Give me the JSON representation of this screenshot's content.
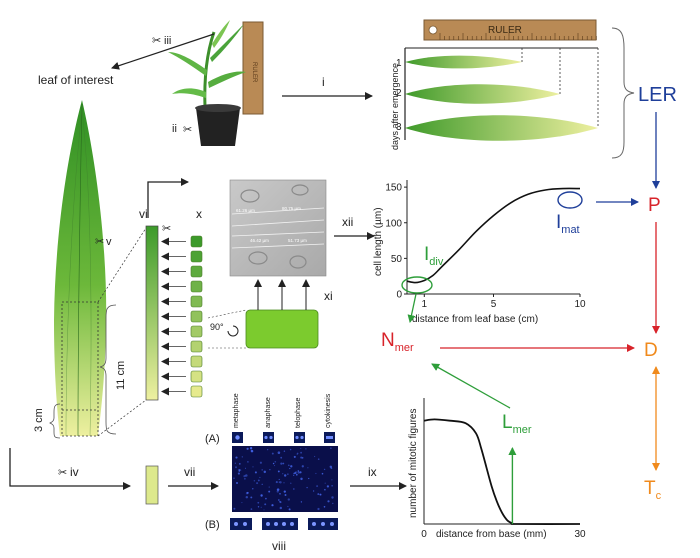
{
  "labels": {
    "leaf_of_interest": "leaf of interest",
    "ruler": "RULER",
    "ruler_small": "RULER",
    "days_axis": "days after emergence",
    "day1": "1",
    "day2": "2",
    "day3": "3",
    "len_11cm": "11 cm",
    "len_3cm": "3 cm",
    "angle": "90°",
    "LER": "LER",
    "P": "P",
    "D": "D",
    "T": "T",
    "T_sub": "c",
    "N": "N",
    "N_sub": "mer",
    "L": "L",
    "L_sub": "mer",
    "I_div": "I",
    "I_div_sub": "div",
    "I_mat": "I",
    "I_mat_sub": "mat",
    "A": "(A)",
    "B": "(B)",
    "phase1": "metaphase",
    "phase2": "anaphase",
    "phase3": "telophase",
    "phase4": "cytokinesis"
  },
  "steps": {
    "i": "i",
    "ii": "ii",
    "iii": "iii",
    "iv": "iv",
    "v": "v",
    "vi": "vi",
    "vii": "vii",
    "viii": "viii",
    "ix": "ix",
    "x": "x",
    "xi": "xi",
    "xii": "xii"
  },
  "micro_measurements": [
    "61.26 µm",
    "80.75 µm",
    "46.42 µm",
    "51.73 µm"
  ],
  "scissors_glyph": "✂",
  "colors": {
    "blue": "#1f3f9a",
    "red": "#d8232a",
    "orange": "#f08a1c",
    "green": "#2e9e3a",
    "leaf_dark": "#3f9a2a",
    "leaf_light": "#e6eb90",
    "ruler": "#b98a55"
  },
  "chart_data": [
    {
      "type": "line",
      "title": "",
      "xlabel": "distance from leaf base (cm)",
      "ylabel": "cell length (µm)",
      "xlim": [
        0,
        10
      ],
      "ylim": [
        0,
        160
      ],
      "xticks": [
        1,
        5,
        10
      ],
      "yticks": [
        0,
        50,
        100,
        150
      ],
      "x": [
        0,
        0.5,
        1,
        1.5,
        2,
        3,
        4,
        5,
        6,
        7,
        8,
        9,
        10
      ],
      "y": [
        18,
        16,
        19,
        26,
        38,
        62,
        88,
        110,
        128,
        140,
        146,
        148,
        148
      ],
      "grid": false
    },
    {
      "type": "line",
      "title": "",
      "xlabel": "distance from base (mm)",
      "ylabel": "number of mitotic figures",
      "xlim": [
        0,
        30
      ],
      "xticks": [
        0,
        30
      ],
      "x": [
        0,
        2,
        5,
        8,
        10,
        11,
        12,
        13,
        14,
        15,
        16,
        17,
        18,
        30
      ],
      "y": [
        0.82,
        0.83,
        0.82,
        0.8,
        0.72,
        0.6,
        0.45,
        0.3,
        0.18,
        0.09,
        0.03,
        0.005,
        0,
        0
      ],
      "marker_x": 17,
      "grid": false
    }
  ]
}
